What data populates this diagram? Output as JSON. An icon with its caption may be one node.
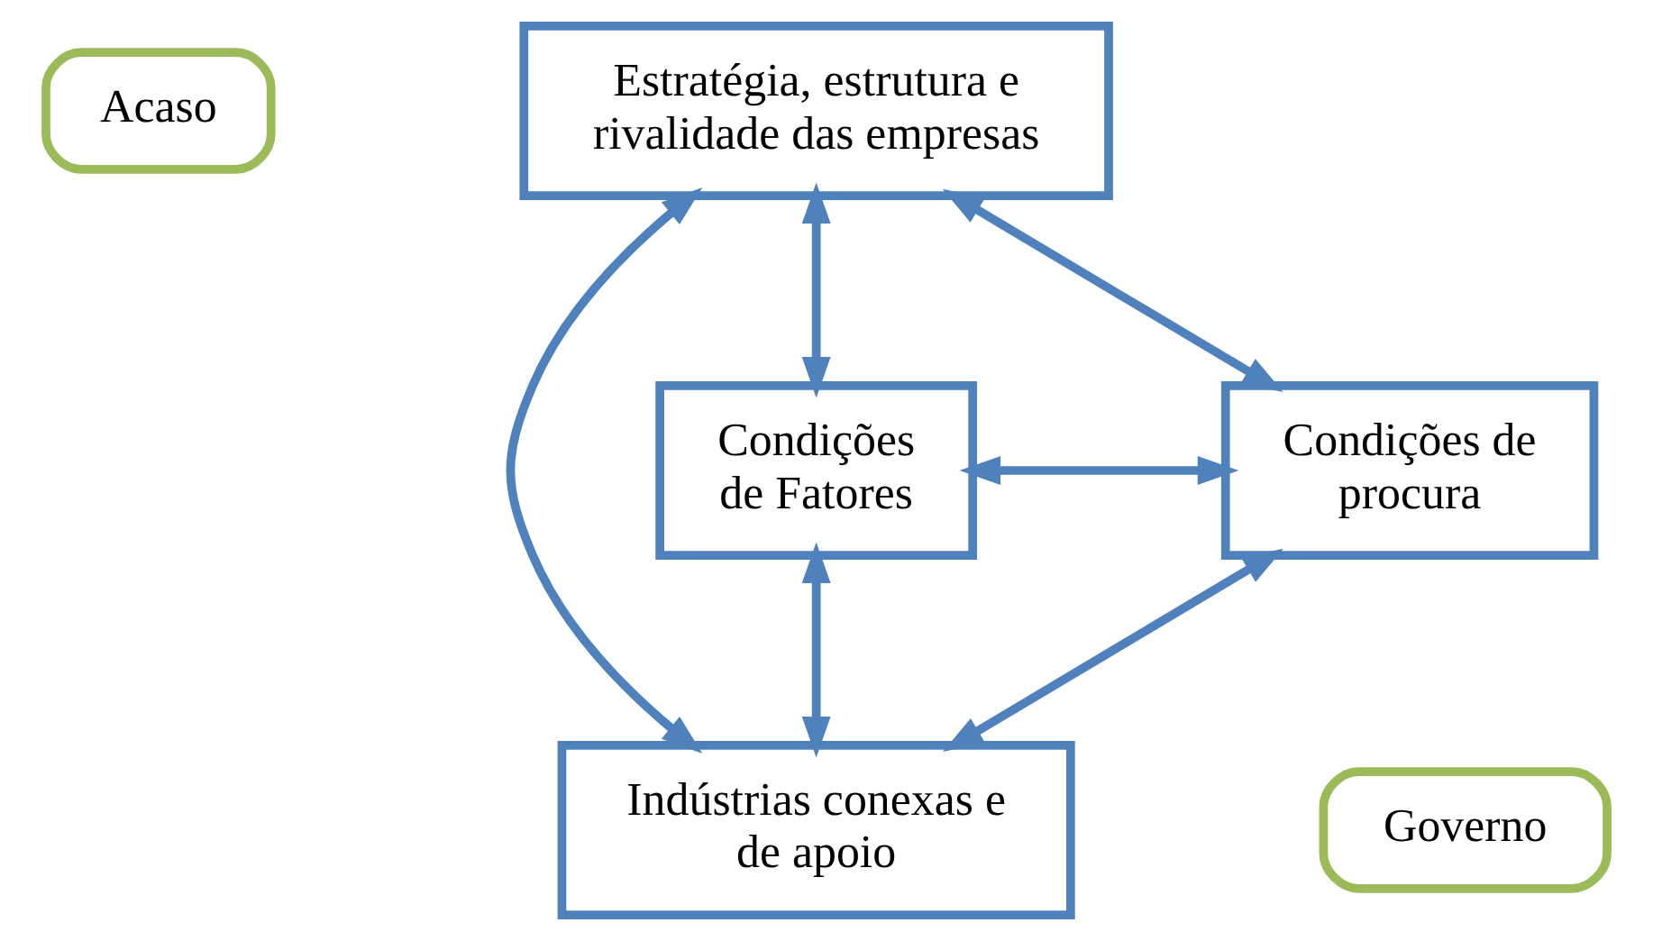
{
  "diagram": {
    "nodes": [
      {
        "text": [
          "Acaso"
        ]
      },
      {
        "text": [
          "Estratégia, estrutura e rivalidade das empresas"
        ]
      },
      {
        "text": [
          "Condições de Fatores"
        ]
      },
      {
        "text": [
          "Condições de procura"
        ]
      },
      {
        "text": [
          "Indústrias conexas e de apoio"
        ]
      },
      {
        "text": [
          "Governo"
        ]
      }
    ],
    "edges": [
      {
        "from": 2,
        "to": 1,
        "arrow": "both"
      },
      {
        "from": 1,
        "to": 3,
        "arrow": "both"
      },
      {
        "from": 2,
        "to": 3,
        "arrow": "both"
      },
      {
        "from": 1,
        "to": 4,
        "arrow": "both"
      },
      {
        "from": 2,
        "to": 4,
        "arrow": "both"
      },
      {
        "from": 4,
        "to": 3,
        "arrow": "both"
      }
    ]
  }
}
